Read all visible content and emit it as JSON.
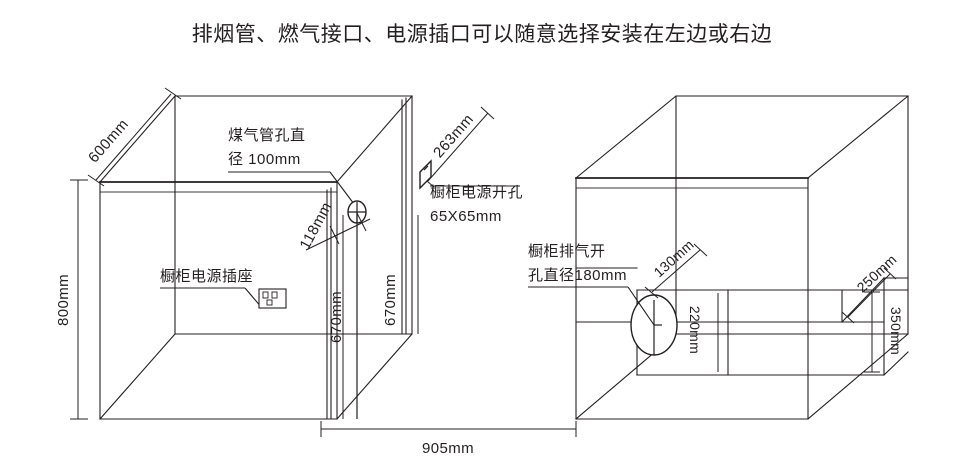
{
  "title": "排烟管、燃气接口、电源插口可以随意选择安装在左边或右边",
  "colors": {
    "line": "#231f20",
    "background": "#ffffff"
  },
  "left_cabinet": {
    "depth_label": "600mm",
    "height_label": "800mm",
    "gas_hole_note_line1": "煤气管孔直",
    "gas_hole_note_line2": "径 100mm",
    "gas_hole_offset_label": "118mm",
    "socket_note": "橱柜电源插座",
    "inner_height_label_a": "670mm",
    "inner_height_label_b": "670mm"
  },
  "power_hole": {
    "offset_label": "263mm",
    "note_line1": "橱柜电源开孔",
    "note_line2": "65X65mm"
  },
  "right_cabinet": {
    "exhaust_note_line1": "橱柜排气开",
    "exhaust_note_line2": "孔直径180mm",
    "exhaust_offset_label": "130mm",
    "exhaust_height_label": "220mm",
    "rear_depth_label": "250mm",
    "rear_height_label": "350mm"
  },
  "width_label": "905mm",
  "icons": {
    "gas_hole": "circle-hole-icon",
    "power_socket": "power-socket-icon",
    "power_hole": "square-hole-icon",
    "exhaust_hole": "circle-hole-icon"
  }
}
